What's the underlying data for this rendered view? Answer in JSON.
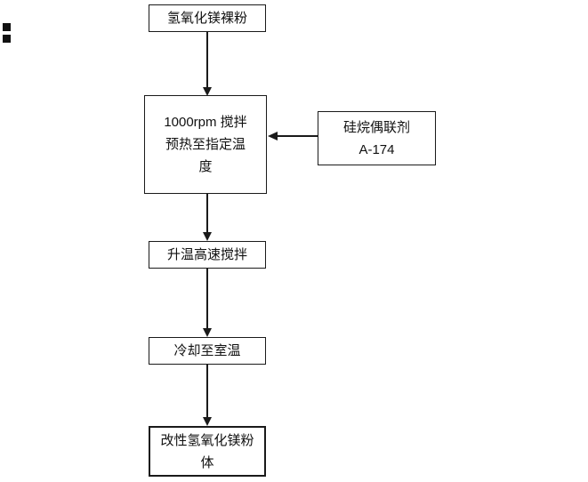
{
  "diagram": {
    "type": "flowchart",
    "ink_color": "#1a1a1a",
    "background": "#ffffff",
    "nodes": {
      "step1": "氢氧化镁裸粉",
      "step2": "1000rpm 搅拌\n预热至指定温\n度",
      "reagent": "硅烷偶联剂\nA-174",
      "step3": "升温高速搅拌",
      "step4": "冷却至室温",
      "step5": "改性氢氧化镁粉\n体"
    },
    "edges": [
      {
        "from": "step1",
        "to": "step2",
        "direction": "down"
      },
      {
        "from": "reagent",
        "to": "step2",
        "direction": "left"
      },
      {
        "from": "step2",
        "to": "step3",
        "direction": "down"
      },
      {
        "from": "step3",
        "to": "step4",
        "direction": "down"
      },
      {
        "from": "step4",
        "to": "step5",
        "direction": "down"
      }
    ]
  }
}
